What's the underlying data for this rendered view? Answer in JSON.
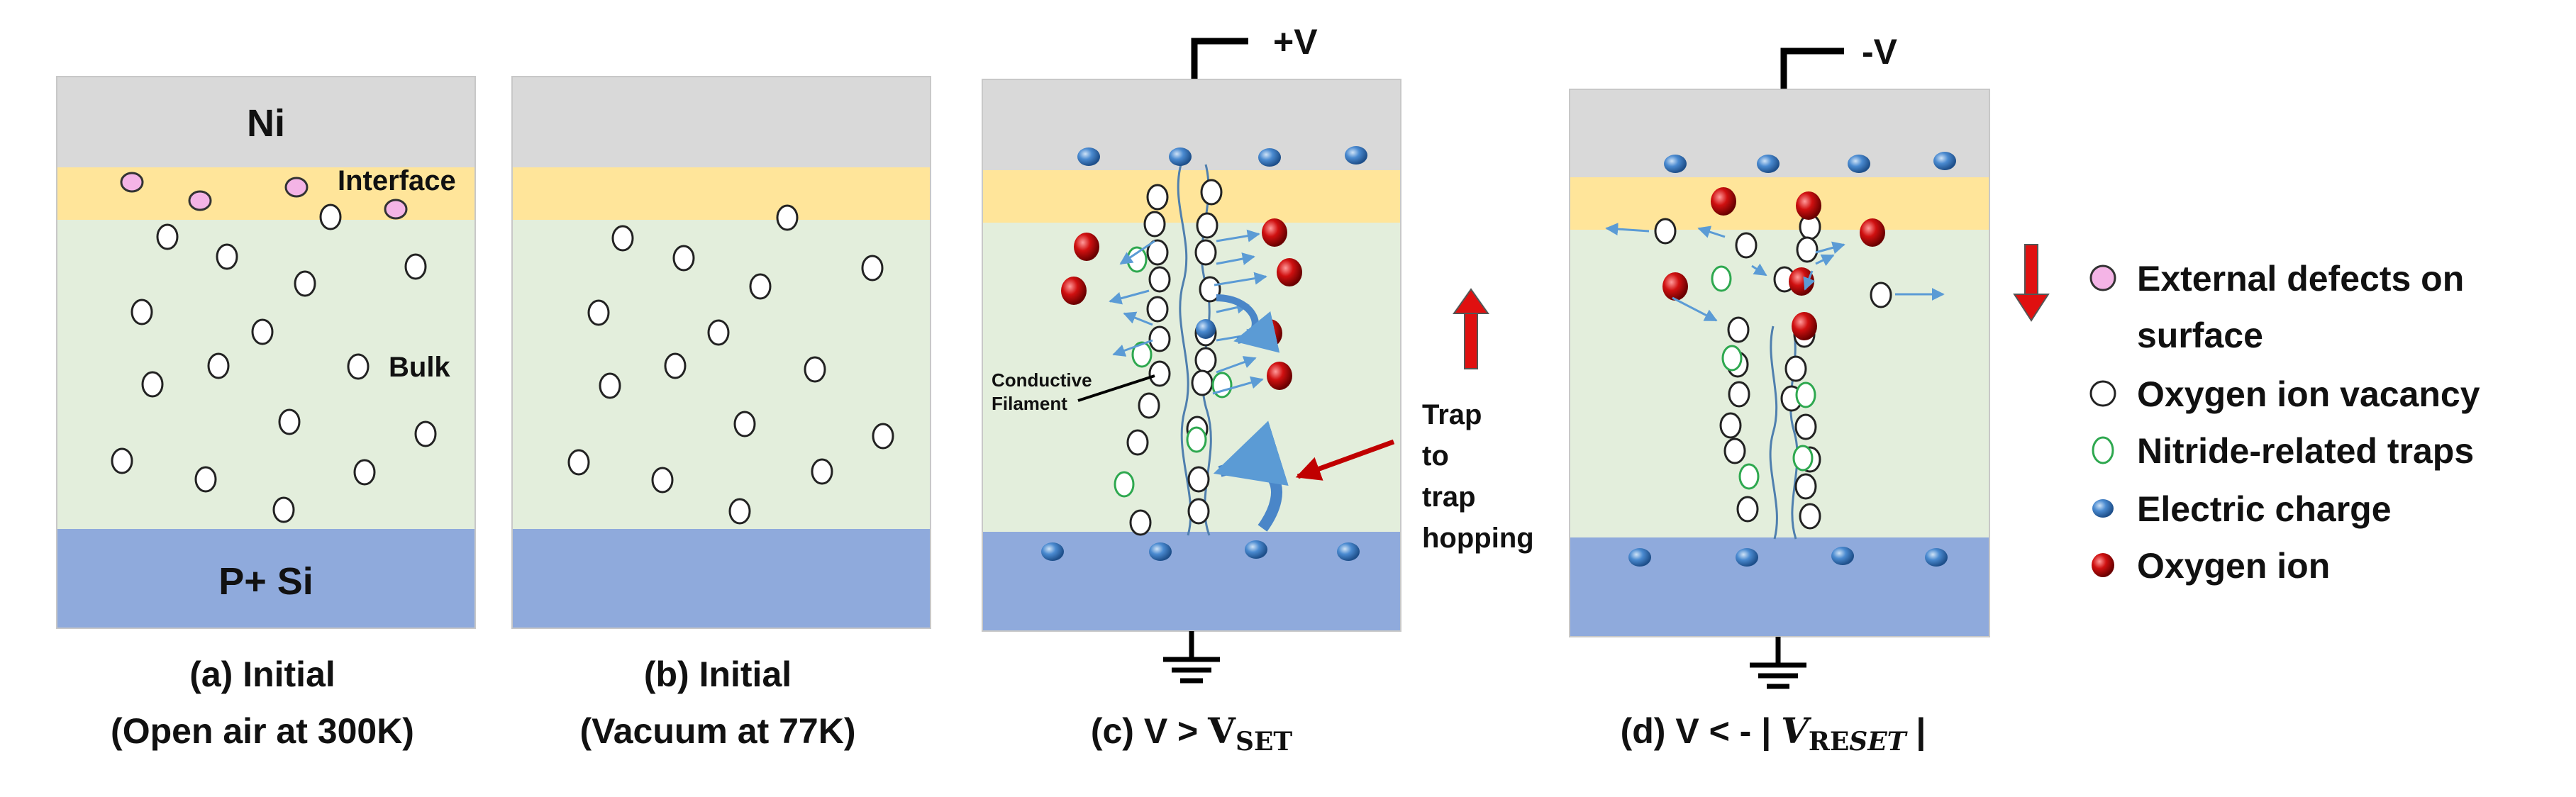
{
  "colors": {
    "metal": "#d9d9d9",
    "interface": "#ffe59a",
    "bulk": "#e3eedc",
    "substrate": "#8faadc",
    "external_defect": "#f4b4e6",
    "nitride_trap": "#2ea84f",
    "electric_charge": "#3a7cc7",
    "oxygen_ion": "#c00000",
    "field_arrow": "#e01010",
    "motion_arrow": "#5b9bd5"
  },
  "panel_a": {
    "top_label": "Ni",
    "interface_label": "Interface",
    "bulk_label": "Bulk",
    "bottom_label": "P+ Si",
    "caption_line1": "(a)  Initial",
    "caption_line2": "(Open air at 300K)"
  },
  "panel_b": {
    "caption_line1": "(b) Initial",
    "caption_line2": "(Vacuum at 77K)"
  },
  "panel_c": {
    "bias_label": "+V",
    "filament_label_line1": "Conductive",
    "filament_label_line2": "Filament",
    "hop_label": [
      "Trap",
      "to",
      "trap",
      "hopping"
    ],
    "caption_prefix": "(c) V >  ",
    "caption_var": "V",
    "caption_sub": "SET"
  },
  "panel_d": {
    "bias_label": "-V",
    "caption_prefix": "(d) V < - | ",
    "caption_var": "V",
    "caption_sub_upright": "RE",
    "caption_sub_italic": "SET",
    "caption_suffix": " |"
  },
  "legend": {
    "items": [
      {
        "icon": "external-defect-icon",
        "line1": "External defects on",
        "line2": "surface"
      },
      {
        "icon": "oxygen-vacancy-icon",
        "line1": "Oxygen ion vacancy"
      },
      {
        "icon": "nitride-trap-icon",
        "line1": "Nitride-related traps"
      },
      {
        "icon": "electric-charge-icon",
        "line1": "Electric charge"
      },
      {
        "icon": "oxygen-ion-icon",
        "line1": "Oxygen ion"
      }
    ]
  }
}
